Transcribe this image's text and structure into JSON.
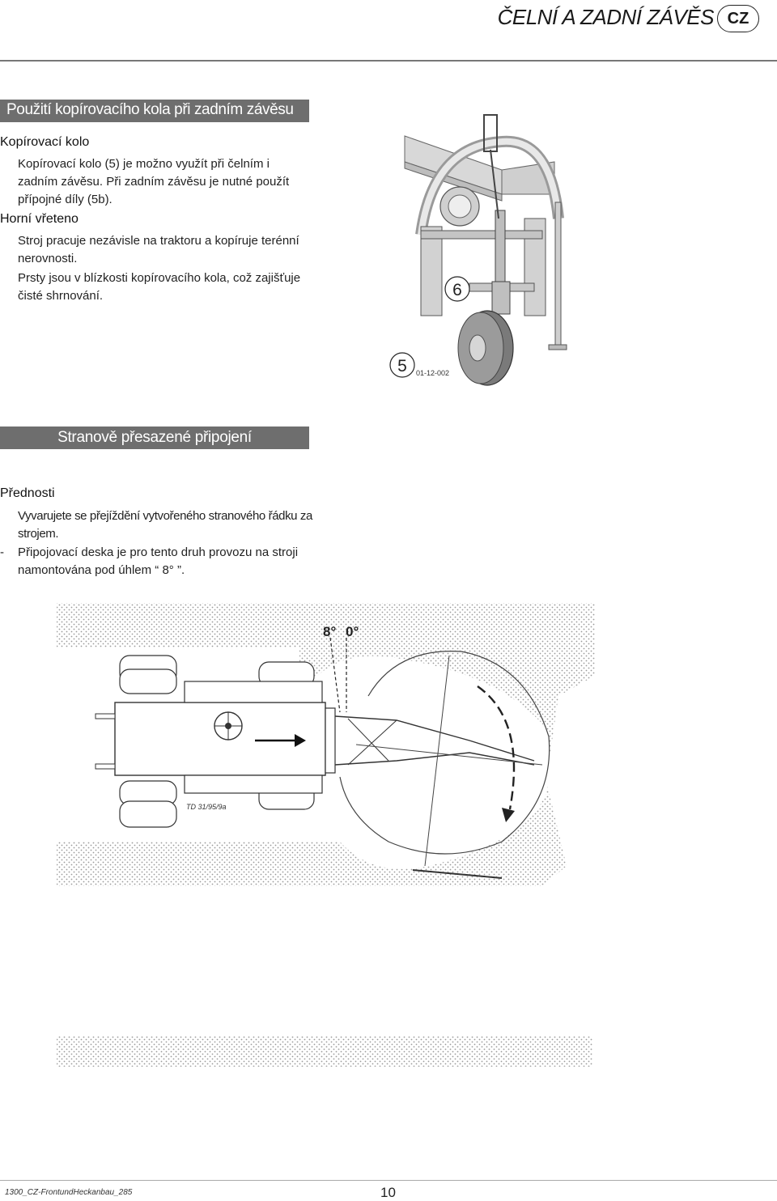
{
  "header": {
    "title": "ČELNÍ A ZADNÍ ZÁVĚS",
    "lang": "CZ"
  },
  "section1": {
    "bar_title": "Použití kopírovacího kola při zadním závěsu",
    "subhead1": "Kopírovací kolo",
    "para1": "Kopírovací kolo (5) je možno využít při čelním i zadním závěsu. Při zadním závěsu je nutné použít přípojné díly (5b).",
    "subhead2": "Horní vřeteno",
    "para2": "Stroj pracuje nezávisle na traktoru a kopíruje terénní nerovnosti.",
    "para3": "Prsty jsou v blízkosti kopírovacího kola, což zajišťuje čisté shrnování."
  },
  "figure1": {
    "callout_6": "6",
    "callout_5": "5",
    "image_code": "01-12-002"
  },
  "section2": {
    "bar_title": "Stranově přesazené připojení",
    "subhead": "Přednosti",
    "para1": "Vyvarujete se přejíždění vytvořeného stranového řádku za strojem.",
    "bullet_dash": "-",
    "para2": "Připojovací deska je pro tento druh provozu na stroji namontována pod úhlem “ 8° ”."
  },
  "figure2": {
    "angle_8": "8°",
    "angle_0": "0°",
    "image_code": "TD 31/95/9a"
  },
  "footer": {
    "doc_code": "1300_CZ-FrontundHeckanbau_285",
    "page_number": "10"
  }
}
